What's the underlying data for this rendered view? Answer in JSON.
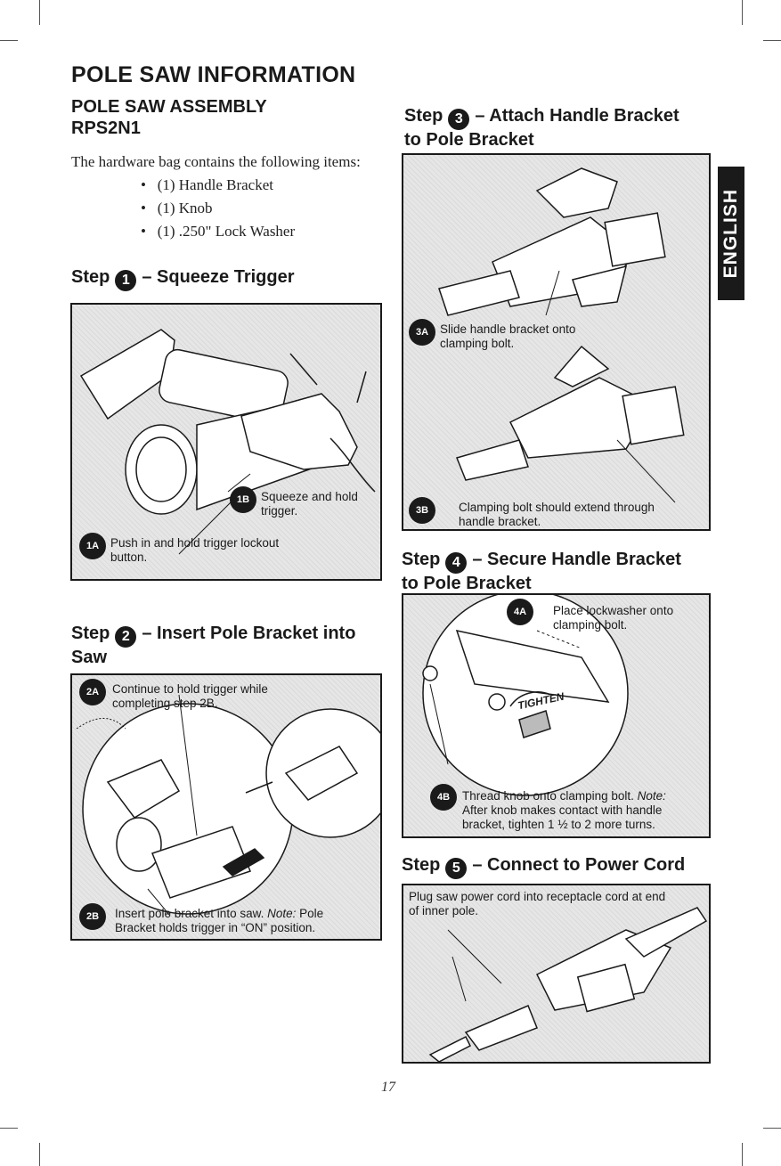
{
  "page": {
    "title": "POLE SAW INFORMATION",
    "subtitle": "POLE SAW ASSEMBLY",
    "model": "RPS2N1",
    "intro": "The hardware bag contains the following items:",
    "hardware_items": [
      "(1) Handle Bracket",
      "(1) Knob",
      "(1) .250\" Lock Washer"
    ],
    "language_tab": "ENGLISH",
    "page_number": "17"
  },
  "steps": {
    "step1": {
      "word": "Step",
      "num": "1",
      "title": "– Squeeze Trigger"
    },
    "step2": {
      "word": "Step",
      "num": "2",
      "title": "– Insert Pole Bracket into",
      "title2": "Saw"
    },
    "step3": {
      "word": "Step",
      "num": "3",
      "title": "– Attach Handle Bracket",
      "title2": "to Pole Bracket"
    },
    "step4": {
      "word": "Step",
      "num": "4",
      "title": "– Secure Handle Bracket",
      "title2": "to Pole Bracket"
    },
    "step5": {
      "word": "Step",
      "num": "5",
      "title": "– Connect to Power Cord"
    }
  },
  "captions": {
    "c1A": {
      "badge": "1A",
      "text1": "Push in and hold trigger lockout",
      "text2": "button."
    },
    "c1B": {
      "badge": "1B",
      "text1": "Squeeze and hold",
      "text2": "trigger."
    },
    "c2A": {
      "badge": "2A",
      "text1": "Continue to hold trigger while",
      "text2": "completing step 2B."
    },
    "c2B": {
      "badge": "2B",
      "text1a": "Insert pole bracket into saw. ",
      "note": "Note:",
      "text1b": " Pole",
      "text2": "Bracket holds trigger in “ON” position."
    },
    "c3A": {
      "badge": "3A",
      "text1": "Slide handle bracket onto",
      "text2": "clamping bolt."
    },
    "c3B": {
      "badge": "3B",
      "text1": "Clamping bolt should extend through",
      "text2": "handle bracket."
    },
    "c4A": {
      "badge": "4A",
      "text1": "Place lockwasher onto",
      "text2": "clamping bolt."
    },
    "c4B": {
      "badge": "4B",
      "text1a": "Thread knob onto clamping bolt. ",
      "note": "Note:",
      "text2": "After knob makes contact with handle",
      "text3": "bracket, tighten 1 ½ to 2 more turns.",
      "tighten": "TIGHTEN"
    },
    "c5": {
      "text1": "Plug saw power cord into receptacle cord at end",
      "text2": "of inner pole."
    }
  }
}
